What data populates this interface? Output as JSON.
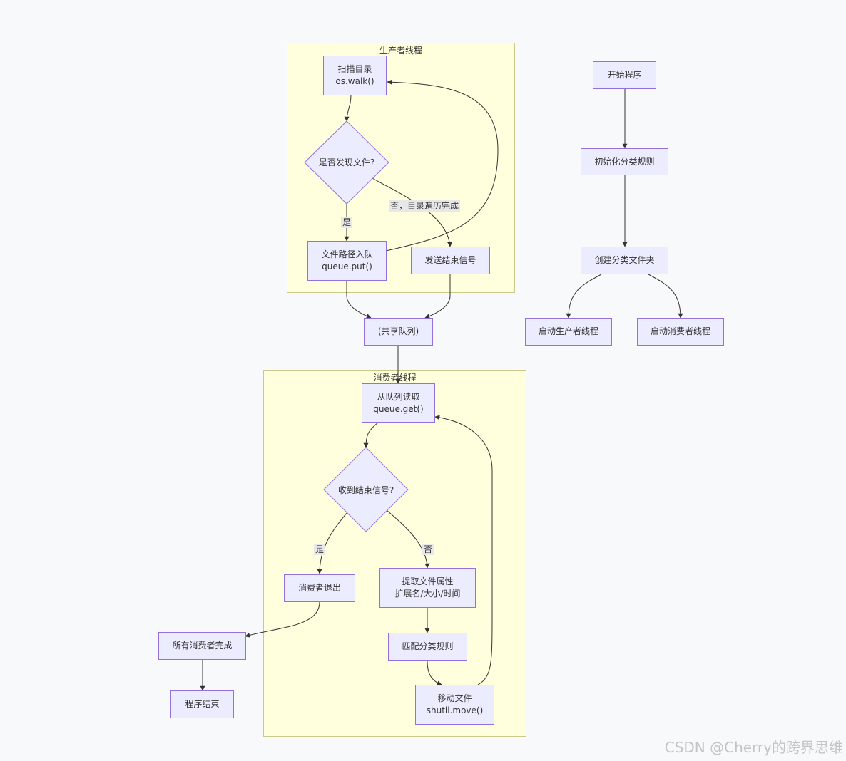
{
  "producer": {
    "title": "生产者线程",
    "scan": [
      "扫描目录",
      "os.walk()"
    ],
    "found": "是否发现文件?",
    "enqueue": [
      "文件路径入队",
      "queue.put()"
    ],
    "send_end": "发送结束信号",
    "yes_label": "是",
    "no_label": "否，目录遍历完成"
  },
  "shared_queue": "(共享队列)",
  "consumer": {
    "title": "消费者线程",
    "read": [
      "从队列读取",
      "queue.get()"
    ],
    "got_end": "收到结束信号?",
    "exit": "消费者退出",
    "extract": [
      "提取文件属性",
      "扩展名/大小/时间"
    ],
    "match": "匹配分类规则",
    "move": [
      "移动文件",
      "shutil.move()"
    ],
    "yes_label": "是",
    "no_label": "否"
  },
  "all_done": "所有消费者完成",
  "program_end": "程序结束",
  "main": {
    "start": "开始程序",
    "init_rules": "初始化分类规则",
    "create_folders": "创建分类文件夹",
    "start_producer": "启动生产者线程",
    "start_consumer": "启动消费者线程"
  },
  "watermark": "CSDN @Cherry的跨界思维"
}
